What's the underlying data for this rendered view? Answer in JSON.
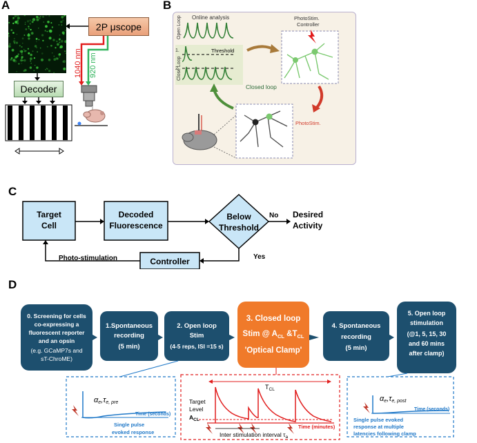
{
  "panels": {
    "a": "A",
    "b": "B",
    "c": "C",
    "d": "D"
  },
  "panel_a": {
    "scope_label": "2P μscope",
    "decoder_label": "Decoder",
    "laser_1040": "1040 nm",
    "laser_920": "920 nm"
  },
  "panel_b": {
    "online_analysis": "Online analysis",
    "open_loop": "Open Loop",
    "close_loop": "Close Loop",
    "threshold": "Threshold",
    "trace_1": "1.",
    "trace_2": "2.",
    "photostim_controller_1": "PhotoStim.",
    "photostim_controller_2": "Controller",
    "closed_loop": "Closed loop",
    "photostim": "PhotoStim."
  },
  "panel_c": {
    "target_cell_1": "Target",
    "target_cell_2": "Cell",
    "decoded_1": "Decoded",
    "decoded_2": "Fluorescence",
    "below_1": "Below",
    "below_2": "Threshold",
    "no": "No",
    "yes": "Yes",
    "desired_1": "Desired",
    "desired_2": "Activity",
    "controller": "Controller",
    "photo_stimulation": "Photo-stimulation"
  },
  "panel_d": {
    "step0": [
      "0. Screening for cells",
      "co-expressing a",
      "fluorescent reporter",
      "and an opsin",
      "(e.g. GCaMP7s and",
      "sT-ChroME)"
    ],
    "step1": [
      "1.Spontaneous",
      "recording",
      "(5 min)"
    ],
    "step2": [
      "2. Open loop",
      "Stim",
      "(4-5 reps, ISI =15 s)"
    ],
    "step3": [
      "3. Closed loop",
      "Stim @ A",
      "CL",
      " &T",
      "CL",
      "'Optical Clamp'"
    ],
    "step4": [
      "4. Spontaneous",
      "recording",
      "(5 min)"
    ],
    "step5": [
      "5. Open loop",
      "stimulation",
      "(@1, 5, 15, 30",
      "and 60 mins",
      "after clamp)"
    ],
    "inset_left": {
      "param": "α",
      "param_sub": "e",
      "tau": "τ",
      "tau_sub": "e, pre",
      "time": "Time (seconds)",
      "caption_1": "Single pulse",
      "caption_2": "evoked response"
    },
    "inset_mid": {
      "tcl": "T",
      "tcl_sub": "CL",
      "target_1": "Target",
      "target_2": "Level",
      "acl": "A",
      "acl_sub": "CL",
      "time": "Time (minutes)",
      "isi": "Inter stimulation interval τ",
      "isi_sub": "a"
    },
    "inset_right": {
      "param": "α",
      "param_sub": "e",
      "tau": "τ",
      "tau_sub": "e, post",
      "time": "Time (seconds)",
      "caption_1": "Single pulse evoked",
      "caption_2": "response at multiple",
      "caption_3": "latencies following clamp"
    }
  },
  "colors": {
    "teal_box": "#1d4f6e",
    "orange_box": "#f07a2a",
    "light_blue_box": "#c9e6f7",
    "panel_b_bg": "#f7f1e6",
    "green_trace": "#2e7d32",
    "red": "#e11d1d",
    "blue_inset": "#1f78c8"
  }
}
